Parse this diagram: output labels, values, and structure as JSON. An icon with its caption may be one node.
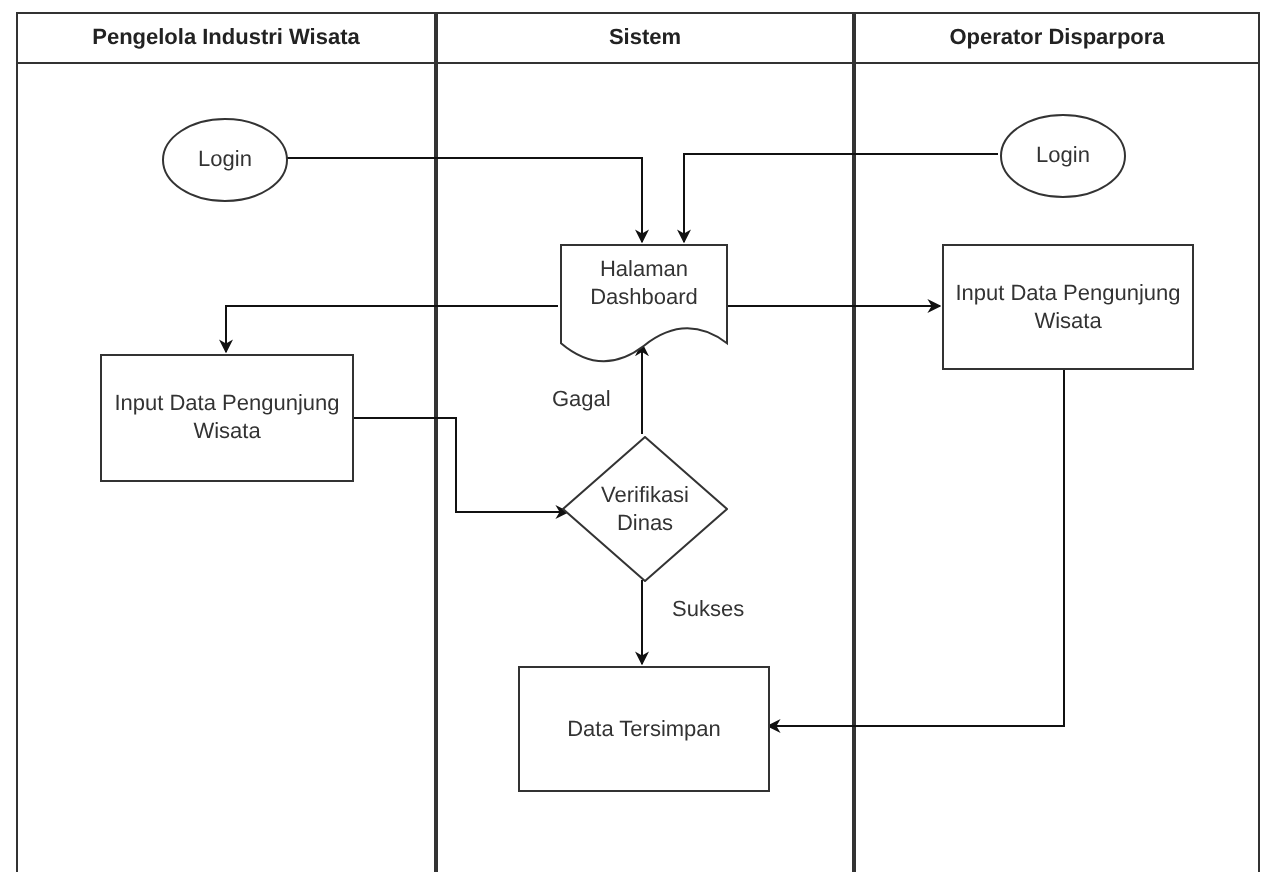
{
  "diagram": {
    "nodes": [
      {
        "text": [
          "Pengelola Industri Wisata"
        ]
      },
      {
        "text": [
          "Sistem"
        ]
      },
      {
        "text": [
          "Operator Disparpora"
        ]
      },
      {
        "text": [
          "Login"
        ],
        "in": 0
      },
      {
        "text": [
          "Halaman Dashboard"
        ],
        "in": 1
      },
      {
        "text": [
          "Login"
        ],
        "in": 2
      },
      {
        "text": [
          "Input Data Pengunjung Wisata"
        ],
        "in": 2
      },
      {
        "text": [
          "Input Data Pengunjung Wisata"
        ],
        "in": 0
      },
      {
        "text": [
          "Verifikasi Dinas"
        ],
        "in": 1
      },
      {
        "text": [
          "Data Tersimpan"
        ],
        "in": 1
      }
    ],
    "edges": [
      {
        "from": 3,
        "to": 4,
        "arrow": "to"
      },
      {
        "from": 5,
        "to": 4,
        "arrow": "to"
      },
      {
        "from": 4,
        "to": 7,
        "arrow": "to"
      },
      {
        "from": 4,
        "to": 6,
        "arrow": "to"
      },
      {
        "from": 7,
        "to": 8,
        "arrow": "to"
      },
      {
        "from": 8,
        "to": 4,
        "label": "Gagal",
        "arrow": "to"
      },
      {
        "from": 8,
        "to": 9,
        "label": "Sukses",
        "arrow": "to"
      },
      {
        "from": 6,
        "to": 9,
        "arrow": "to"
      }
    ]
  }
}
